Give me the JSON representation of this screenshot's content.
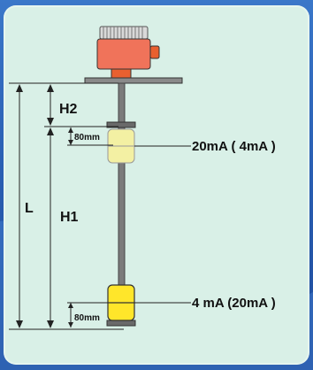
{
  "diagram": {
    "dimensions": {
      "total": "L",
      "upper": "H2",
      "lower": "H1",
      "top_offset": "80mm",
      "bottom_offset": "80mm"
    },
    "signals": {
      "upper_float": "20mA ( 4mA )",
      "lower_float": "4 mA (20mA )"
    },
    "colors": {
      "card": "#d9f0e7",
      "housing": "#f0735a",
      "upper_float": "#f3f0a3",
      "lower_float": "#ffe62a",
      "flange": "#8a8a8a",
      "rod": "#7b7b7b"
    }
  }
}
